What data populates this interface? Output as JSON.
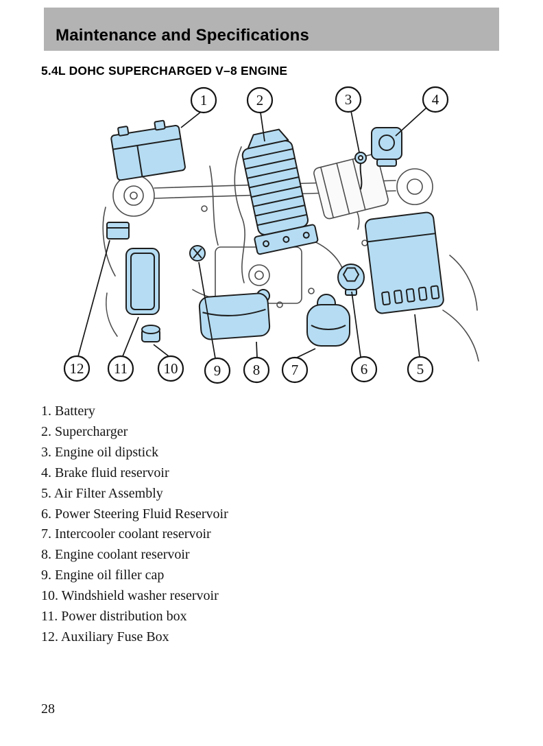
{
  "header": {
    "title": "Maintenance and Specifications"
  },
  "section": {
    "title": "5.4L DOHC SUPERCHARGED V–8 ENGINE"
  },
  "diagram": {
    "callouts": [
      "1",
      "2",
      "3",
      "4",
      "5",
      "6",
      "7",
      "8",
      "9",
      "10",
      "11",
      "12"
    ]
  },
  "legend": {
    "items": [
      {
        "text": "1. Battery"
      },
      {
        "text": "2. Supercharger"
      },
      {
        "text": "3. Engine oil dipstick"
      },
      {
        "text": "4. Brake fluid reservoir"
      },
      {
        "text": "5. Air Filter Assembly"
      },
      {
        "text": "6. Power Steering Fluid Reservoir"
      },
      {
        "text": "7. Intercooler coolant reservoir"
      },
      {
        "text": "8. Engine coolant reservoir"
      },
      {
        "text": "9. Engine oil filler cap"
      },
      {
        "text": "10. Windshield washer reservoir"
      },
      {
        "text": "11. Power distribution box"
      },
      {
        "text": "12. Auxiliary Fuse Box"
      }
    ]
  },
  "footer": {
    "page_number": "28"
  },
  "colors": {
    "highlight": "#b5dcf2",
    "header_bar": "#b3b3b3"
  }
}
